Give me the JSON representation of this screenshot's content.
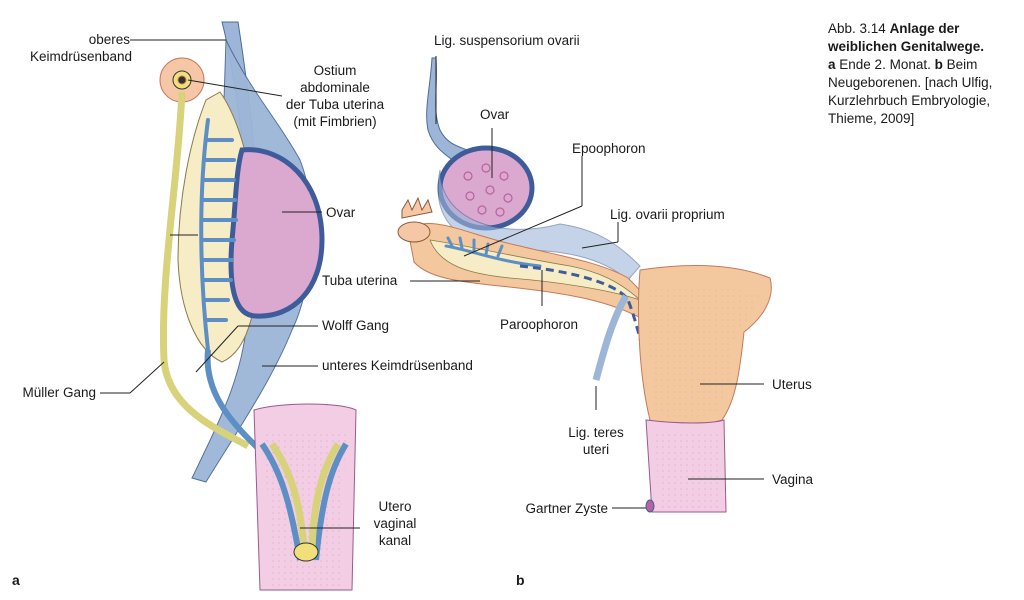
{
  "caption": {
    "fig_number": "Abb. 3.14",
    "title_line1": "Anlage der",
    "title_line2": "weiblichen Genitalwege.",
    "part_a_letter": "a",
    "part_a_text": "Ende 2. Monat.",
    "part_b_letter": "b",
    "part_b_text": "Beim",
    "line3": "Neugeborenen. [nach Ulfig,",
    "line4": "Kurzlehrbuch Embryologie,",
    "line5": "Thieme, 2009]"
  },
  "panel_a": {
    "letter": "a",
    "labels": {
      "oberes_1": "oberes",
      "oberes_2": "Keimdrüsenband",
      "ostium_1": "Ostium",
      "ostium_2": "abdominale",
      "ostium_3": "der Tuba uterina",
      "ostium_4": "(mit Fimbrien)",
      "ovar": "Ovar",
      "tuba": "Tuba uterina",
      "wolff": "Wolff Gang",
      "unteres": "unteres Keimdrüsenband",
      "mueller": "Müller Gang",
      "utero_1": "Utero",
      "utero_2": "vaginal",
      "utero_3": "kanal"
    }
  },
  "panel_b": {
    "letter": "b",
    "labels": {
      "lig_susp": "Lig. suspensorium ovarii",
      "ovar": "Ovar",
      "epoophoron": "Epoophoron",
      "lig_ovarii": "Lig. ovarii proprium",
      "paroophoron": "Paroophoron",
      "uterus": "Uterus",
      "lig_teres_1": "Lig. teres",
      "lig_teres_2": "uteri",
      "vagina": "Vagina",
      "gartner": "Gartner Zyste"
    }
  },
  "colors": {
    "ligament_blue": "#9db6d8",
    "duct_blue": "#5d8fc4",
    "mueller_yellow": "#d8d27a",
    "mesonephros_cream": "#f6ecc5",
    "ovary_pink": "#dba8cf",
    "ovary_outline": "#3f5c9a",
    "uterus_peach": "#f3c89f",
    "vagina_pink": "#f2cde4"
  }
}
